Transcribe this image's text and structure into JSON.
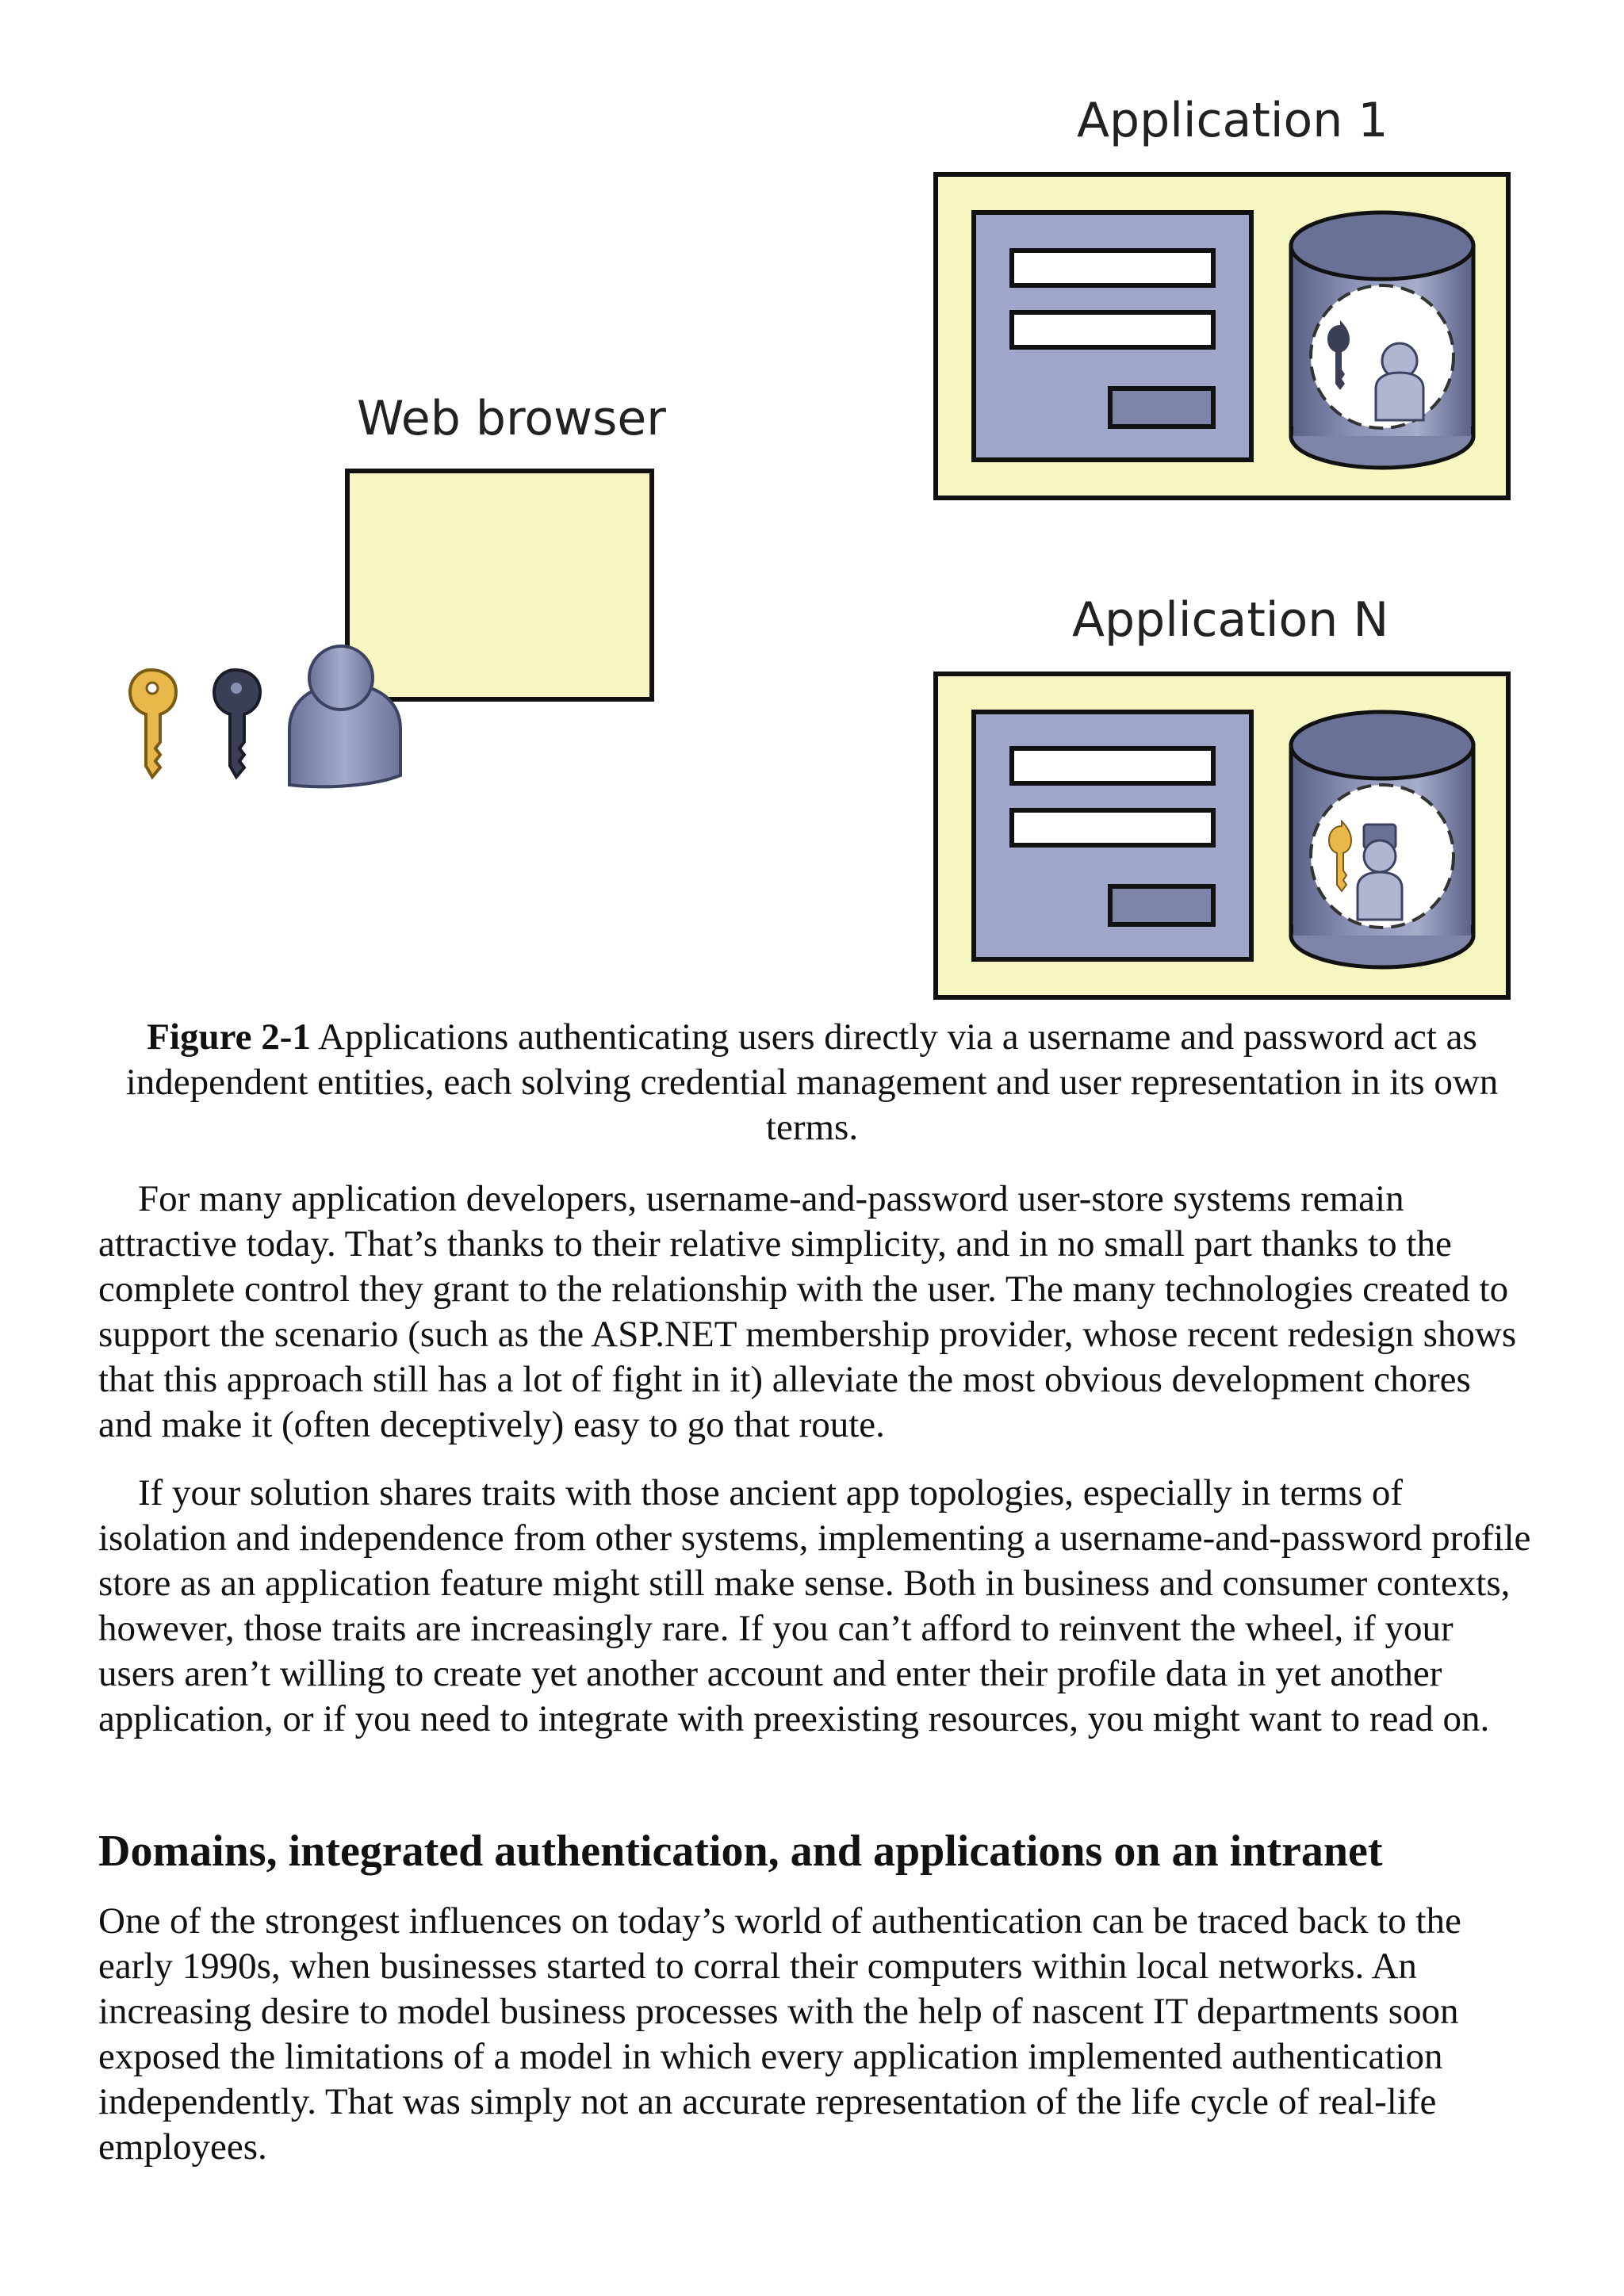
{
  "figure": {
    "labels": {
      "web_browser": "Web browser",
      "application_1": "Application 1",
      "application_n": "Application N"
    },
    "colors": {
      "panel_fill": "#f6f6c0",
      "form_fill": "#9fa6c9",
      "cylinder": "#7d84a8",
      "key_gold": "#e8b84b",
      "key_dark": "#3a3f55",
      "user": "#8d93b8"
    }
  },
  "caption": {
    "number": "Figure 2-1",
    "text": "Applications authenticating users directly via a username and password act as independent entities, each solving credential management and user representation in its own terms."
  },
  "body": {
    "paragraph_1": "For many application developers, username-and-password user-store systems remain attractive today. That’s thanks to their relative simplicity, and in no small part thanks to the complete control they grant to the relationship with the user. The many technologies created to support the scenario (such as the ASP.NET membership provider, whose recent redesign shows that this approach still has a lot of fight in it) alleviate the most obvious development chores and make it (often deceptively) easy to go that route.",
    "paragraph_2": "If your solution shares traits with those ancient app topologies, especially in terms of isolation and independence from other systems, implementing a username-and-password profile store as an application feature might still make sense. Both in business and consumer contexts, however, those traits are increasingly rare. If you can’t afford to reinvent the wheel, if your users aren’t willing to create yet another account and enter their profile data in yet another application, or if you need to integrate with preexisting resources, you might want to read on.",
    "heading": "Domains, integrated authentication, and applications on an intranet",
    "paragraph_3": "One of the strongest influences on today’s world of authentication can be traced back to the early 1990s, when businesses started to corral their computers within local networks. An increasing desire to model business processes with the help of nascent IT departments soon exposed the limitations of a model in which every application implemented authentication independently. That was simply not an accurate representation of the life cycle of real-life employees."
  }
}
